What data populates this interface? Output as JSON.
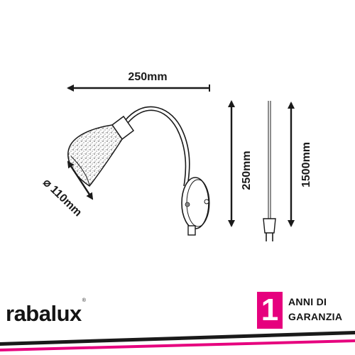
{
  "dimensions": {
    "width_label": "250mm",
    "height_label": "250mm",
    "cable_label": "1500mm",
    "shade_diameter_label": "⌀ 110mm"
  },
  "brand": {
    "name": "rabalux",
    "trademark": "®"
  },
  "warranty": {
    "years": "1",
    "line1": "ANNI DI",
    "line2": "GARANZIA"
  },
  "colors": {
    "accent": "#e6007e",
    "ink": "#1a1a1a",
    "stripe_dark": "#1a1a1a"
  },
  "icons": [
    "dimension-arrow-icon",
    "plug-icon",
    "wall-lamp-drawing"
  ]
}
